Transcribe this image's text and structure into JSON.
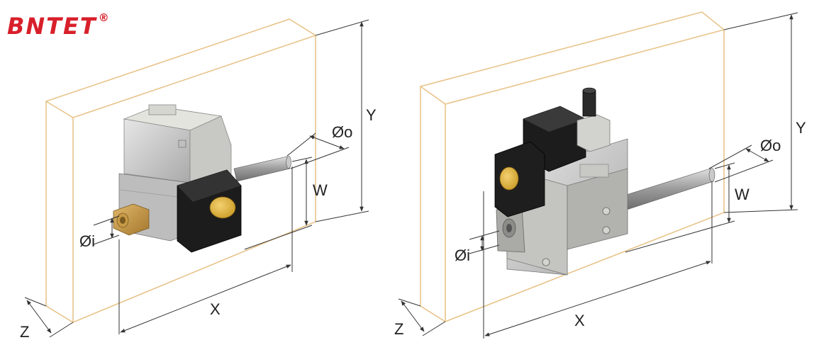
{
  "brand": {
    "name": "BNTET",
    "mark": "®"
  },
  "colors": {
    "brand": "#d8202a",
    "box_outline": "#e8c48a",
    "dimension_line": "#333333"
  },
  "left_unit": {
    "labels": {
      "y": "Y",
      "w": "W",
      "x": "X",
      "z": "Z",
      "outlet": "Øo",
      "inlet": "Øi"
    }
  },
  "right_unit": {
    "labels": {
      "y": "Y",
      "w": "W",
      "x": "X",
      "z": "Z",
      "outlet": "Øo",
      "inlet": "Øi"
    }
  }
}
